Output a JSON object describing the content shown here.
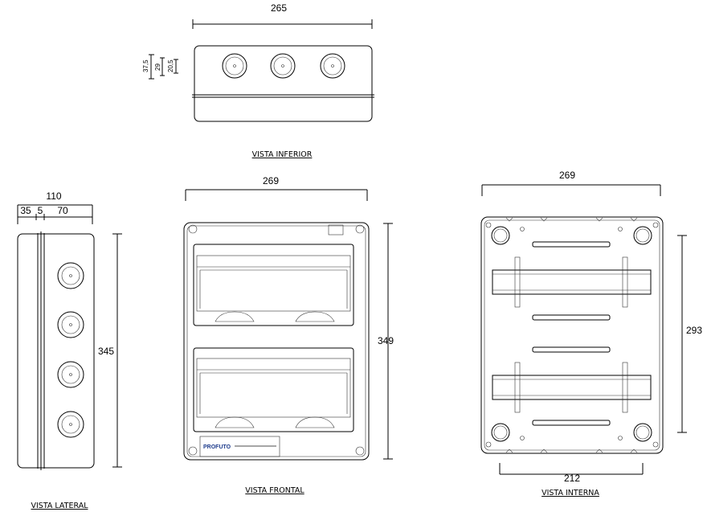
{
  "views": {
    "bottom": {
      "label": "VISTA INFERIOR",
      "width": "265",
      "h1": "37,5",
      "h2": "29",
      "h3": "20,5"
    },
    "side": {
      "label": "VISTA LATERAL",
      "depth": "110",
      "seg1": "35",
      "seg2": "5",
      "seg3": "70",
      "height": "345"
    },
    "front": {
      "label": "VISTA FRONTAL",
      "width": "269",
      "height": "349",
      "brand": "PROFUTO"
    },
    "internal": {
      "label": "VISTA INTERNA",
      "width": "269",
      "height": "293",
      "rail_width": "212"
    }
  },
  "colors": {
    "line": "#000000",
    "brand": "#1e3c8c"
  }
}
